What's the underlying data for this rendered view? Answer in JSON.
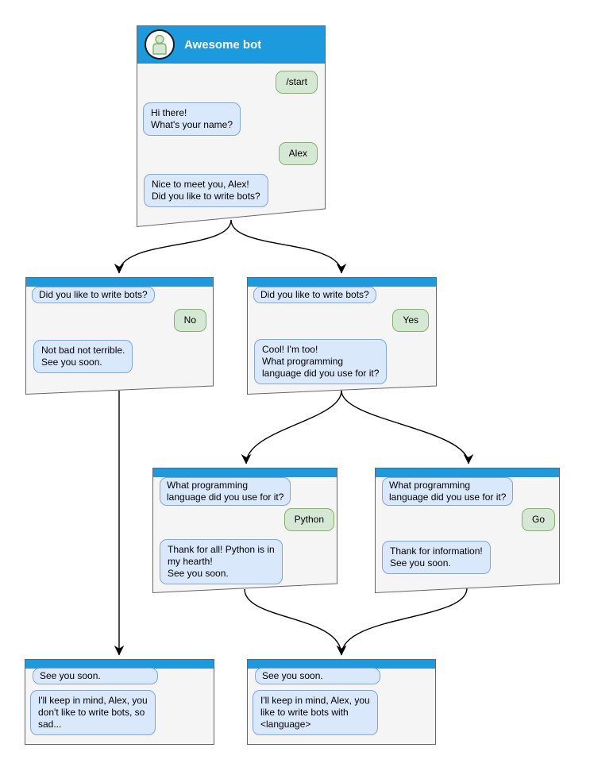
{
  "colors": {
    "header_blue": "#1c9add",
    "window_fill": "#f5f5f5",
    "window_border": "#666666",
    "bubble_bot_fill": "#dae8fc",
    "bubble_bot_border": "#7ea6e0",
    "bubble_user_fill": "#d5e8d4",
    "bubble_user_border": "#82b366",
    "connector": "#000000"
  },
  "nodes": {
    "root": {
      "title": "Awesome bot",
      "avatar_icon": "person-icon",
      "messages": [
        {
          "from": "user",
          "text": "/start"
        },
        {
          "from": "bot",
          "text": "Hi there!\nWhat's your name?"
        },
        {
          "from": "user",
          "text": "Alex"
        },
        {
          "from": "bot",
          "text": "Nice to meet you, Alex!\nDid you like to write bots?"
        }
      ]
    },
    "no_branch": {
      "messages": [
        {
          "from": "bot",
          "text": "Did you like to write bots?"
        },
        {
          "from": "user",
          "text": "No"
        },
        {
          "from": "bot",
          "text": "Not bad not terrible.\nSee you soon."
        }
      ]
    },
    "yes_branch": {
      "messages": [
        {
          "from": "bot",
          "text": "Did you like to write bots?"
        },
        {
          "from": "user",
          "text": "Yes"
        },
        {
          "from": "bot",
          "text": "Cool! I'm too!\nWhat programming\nlanguage did you use for it?"
        }
      ]
    },
    "python_result": {
      "messages": [
        {
          "from": "bot",
          "text": "What programming\nlanguage did you use for it?"
        },
        {
          "from": "user",
          "text": "Python"
        },
        {
          "from": "bot",
          "text": "Thank for all! Python is in\nmy hearth!\nSee you soon."
        }
      ]
    },
    "go_result": {
      "messages": [
        {
          "from": "bot",
          "text": "What programming\nlanguage did you use for it?"
        },
        {
          "from": "user",
          "text": "Go"
        },
        {
          "from": "bot",
          "text": "Thank for information!\nSee you soon."
        }
      ]
    },
    "end_no": {
      "messages": [
        {
          "from": "bot",
          "text": "See you soon."
        },
        {
          "from": "bot",
          "text": "I'll keep in mind, Alex, you\ndon't like to write bots, so\nsad..."
        }
      ]
    },
    "end_yes": {
      "messages": [
        {
          "from": "bot",
          "text": "See you soon."
        },
        {
          "from": "bot",
          "text": "I'll keep in mind, Alex, you\nlike to write bots with\n<language>"
        }
      ]
    }
  }
}
